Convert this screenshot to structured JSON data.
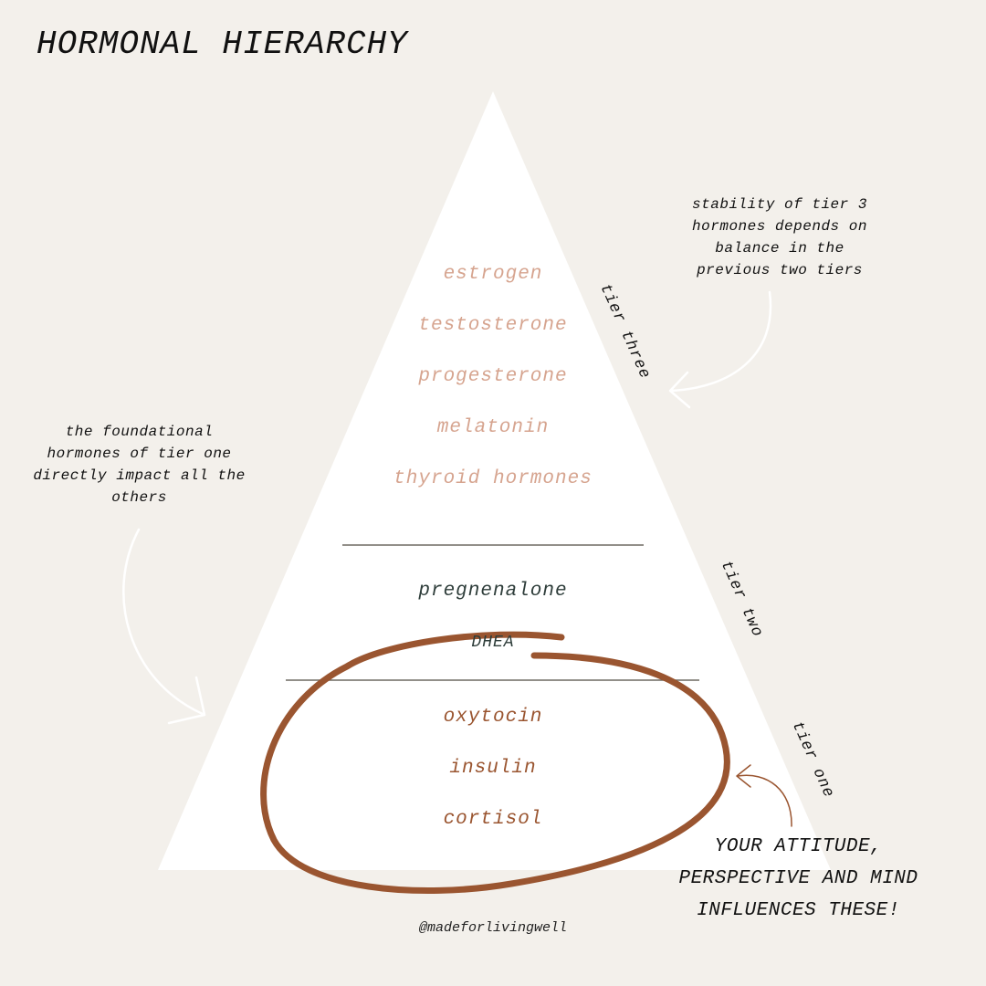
{
  "title": "HORMONAL HIERARCHY",
  "tiers": {
    "three": {
      "label": "tier three",
      "hormones": [
        "estrogen",
        "testosterone",
        "progesterone",
        "melatonin",
        "thyroid hormones"
      ]
    },
    "two": {
      "label": "tier two",
      "hormones": [
        "pregnenalone",
        "DHEA"
      ]
    },
    "one": {
      "label": "tier one",
      "hormones": [
        "oxytocin",
        "insulin",
        "cortisol"
      ]
    }
  },
  "notes": {
    "tier3_stability": "stability of tier 3 hormones depends on balance in the previous two tiers",
    "tier1_foundation": "the foundational hormones of tier one directly impact all the others"
  },
  "callout": "YOUR ATTITUDE, PERSPECTIVE AND MIND INFLUENCES THESE!",
  "handle": "@madeforlivingwell",
  "colors": {
    "background": "#f3f0eb",
    "pyramid": "#ffffff",
    "tier3_text": "#d6a48f",
    "tier2_text": "#2e3d3a",
    "tier1_text": "#9a5530",
    "circle": "#9a5530",
    "divider": "#6e6a62"
  },
  "icons": [
    "curved-arrow-icon",
    "hand-drawn-circle"
  ]
}
